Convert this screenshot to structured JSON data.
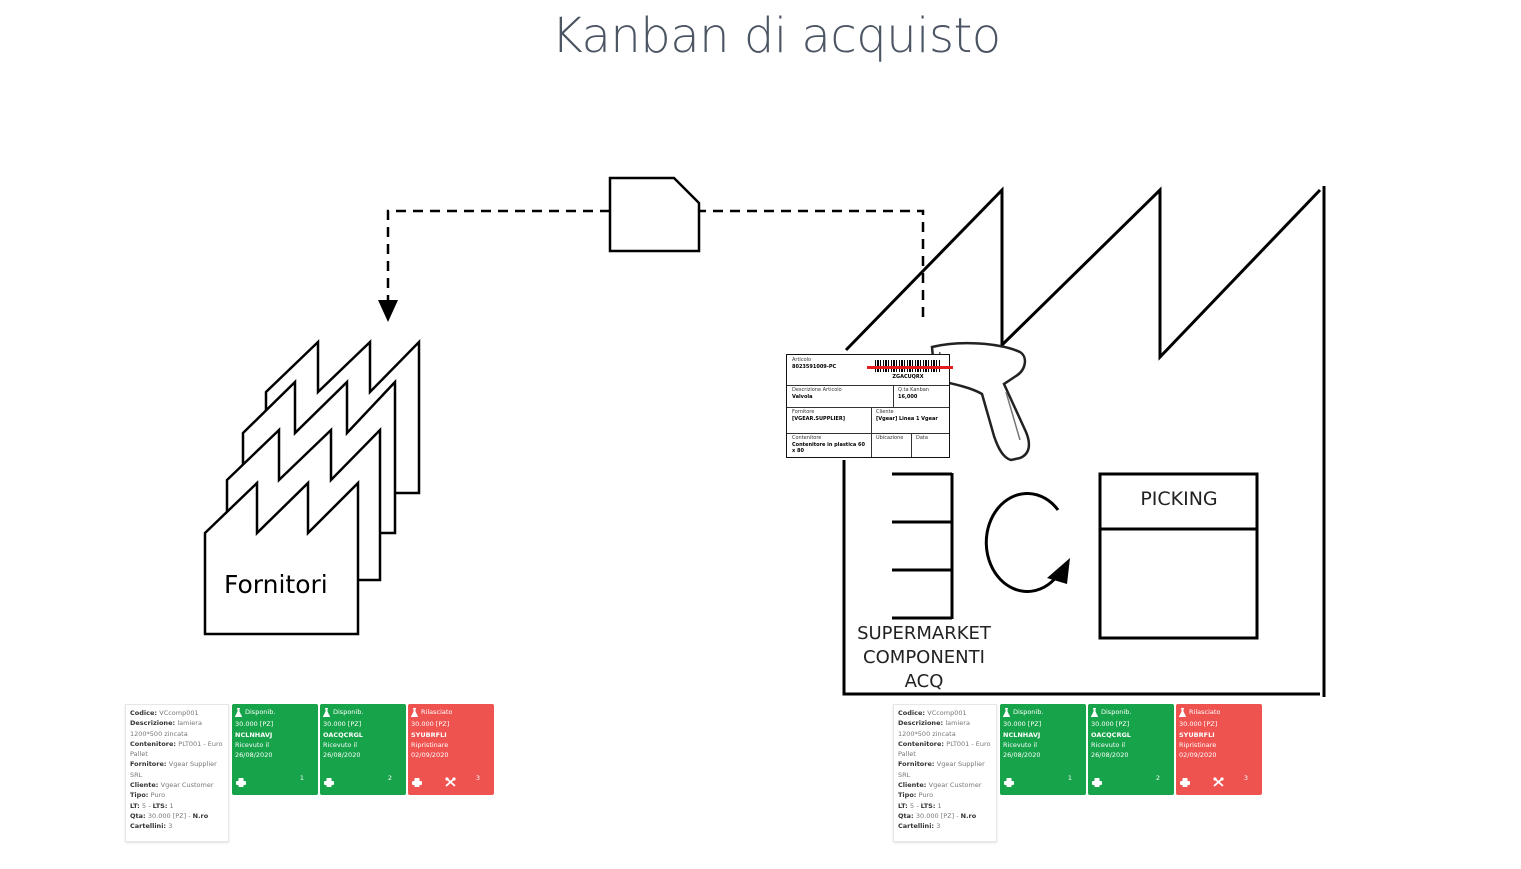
{
  "title": "Kanban di acquisto",
  "labels": {
    "fornitori": "Fornitori",
    "picking": "PICKING",
    "supermarket": [
      "SUPERMARKET",
      "COMPONENTI",
      "ACQ"
    ]
  },
  "kanban_card": {
    "articolo_label": "Articolo",
    "articolo_value": "8023591009-PC",
    "barcode_text": "ZGACUQRX",
    "descrizione_label": "Descrizione Articolo",
    "descrizione_value": "Valvola",
    "qta_label": "Q.ta Kanban",
    "qta_value": "16,000",
    "fornitore_label": "Fornitore",
    "fornitore_value": "[VGEAR.SUPPLIER]",
    "cliente_label": "Cliente",
    "cliente_value": "[Vgear] Linea 1 Vgear",
    "contenitore_label": "Contenitore",
    "contenitore_value": "Contenitore in plastica 60 x 80",
    "ubicazione_label": "Ubicazione",
    "data_label": "Data"
  },
  "panel": {
    "info": [
      {
        "k": "Codice:",
        "v": "VCcomp001"
      },
      {
        "k": "Descrizione:",
        "v": "lamiera 1200*500 zincata"
      },
      {
        "k": "Contenitore:",
        "v": "PLT001 - Euro Pallet"
      },
      {
        "k": "Fornitore:",
        "v": "Vgear Supplier SRL"
      },
      {
        "k": "Cliente:",
        "v": "Vgear Customer"
      },
      {
        "k": "Tipo:",
        "v": "Puro"
      },
      {
        "k": "LT:",
        "v": "5 - ",
        "k2": "LTS:",
        "v2": "1"
      },
      {
        "k": "Qta:",
        "v": "30.000 [PZ] - ",
        "k2": "N.ro"
      },
      {
        "k": "Cartellini:",
        "v": "3"
      }
    ],
    "tiles": [
      {
        "status": "Disponib.",
        "qty": "30.000 [PZ]",
        "code": "NCLNHAVJ",
        "state": "Ricevuto il",
        "date": "26/08/2020",
        "num": "1",
        "color": "#16a34a"
      },
      {
        "status": "Disponib.",
        "qty": "30.000 [PZ]",
        "code": "OACQCRGL",
        "state": "Ricevuto il",
        "date": "26/08/2020",
        "num": "2",
        "color": "#16a34a"
      },
      {
        "status": "Rilasciato",
        "qty": "30.000 [PZ]",
        "code": "SYUBRFLI",
        "state": "Ripristinare",
        "date": "02/09/2020",
        "num": "3",
        "color": "#ef5350"
      }
    ]
  },
  "icons": [
    "factory-icon",
    "kanban-card-icon",
    "barcode-scanner-icon",
    "cycle-arrow-icon",
    "printer-icon",
    "flask-icon",
    "tools-icon"
  ]
}
